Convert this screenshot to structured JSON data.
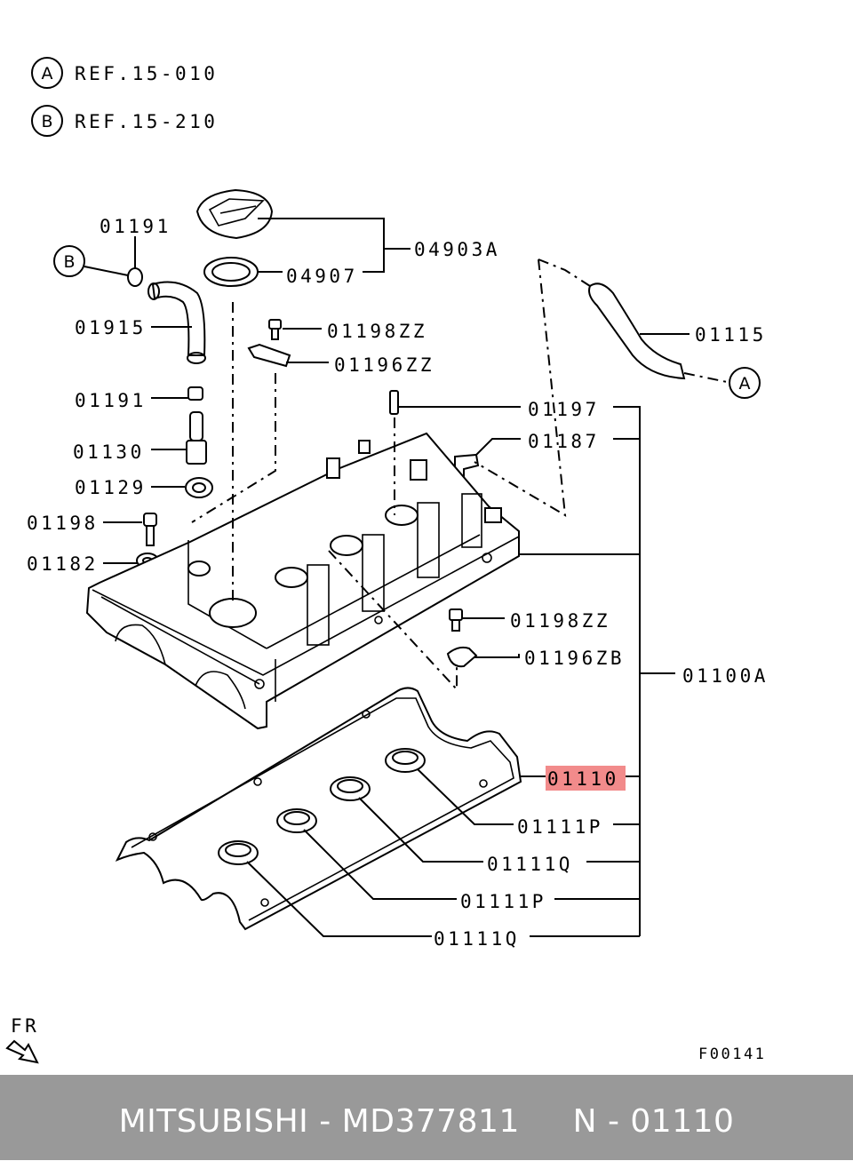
{
  "references": [
    {
      "letter": "A",
      "text": "REF.15-010"
    },
    {
      "letter": "B",
      "text": "REF.15-210"
    }
  ],
  "callout_letters": {
    "a": "A",
    "b": "B"
  },
  "labels": {
    "p01191_top": "01191",
    "p04903A": "04903A",
    "p04907": "04907",
    "p01915": "01915",
    "p01198ZZ_top": "01198ZZ",
    "p01196ZZ": "01196ZZ",
    "p01115": "01115",
    "p01191_mid": "01191",
    "p01197": "01197",
    "p01187": "01187",
    "p01130": "01130",
    "p01129": "01129",
    "p01198": "01198",
    "p01182": "01182",
    "p01198ZZ_bot": "01198ZZ",
    "p01196ZB": "01196ZB",
    "p01100A": "01100A",
    "p01110": "01110",
    "p01111P_1": "01111P",
    "p01111Q_1": "01111Q",
    "p01111P_2": "01111P",
    "p01111Q_2": "01111Q"
  },
  "highlight_color": "#f28b8b",
  "front_marker": "FR",
  "figure_code": "F00141",
  "footer": "MITSUBISHI - MD377811     N - 01110"
}
